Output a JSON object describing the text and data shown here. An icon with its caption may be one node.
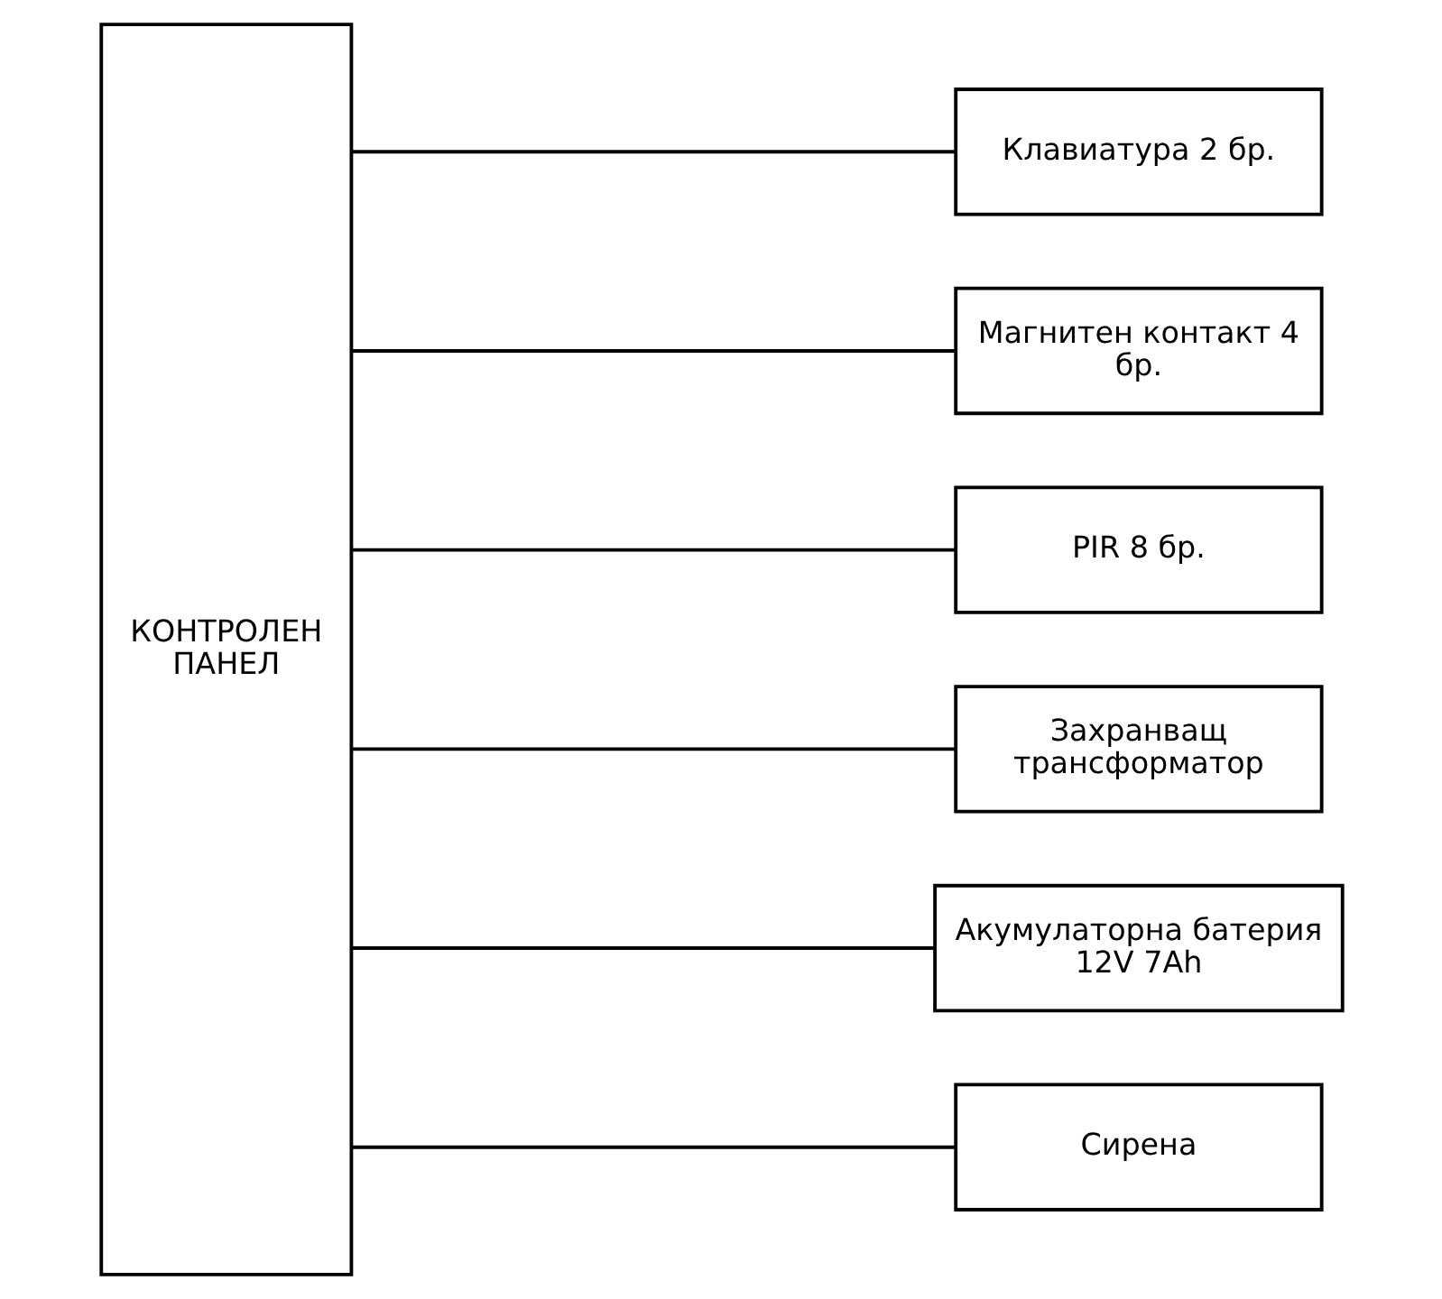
{
  "diagram": {
    "nodes": [
      {
        "text": [
          "КОНТРОЛЕН ПАНЕЛ"
        ]
      },
      {
        "text": [
          "Клавиатура 2 бр."
        ]
      },
      {
        "text": [
          "Магнитен контакт 4 бр."
        ]
      },
      {
        "text": [
          "PIR 8 бр."
        ]
      },
      {
        "text": [
          "Захранващ трансформатор"
        ]
      },
      {
        "text": [
          "Акумулаторна батерия 12V 7Ah"
        ]
      },
      {
        "text": [
          "Сирена"
        ]
      }
    ],
    "edges": [
      {
        "from": 0,
        "to": 1,
        "arrow": "none"
      },
      {
        "from": 0,
        "to": 2,
        "arrow": "none"
      },
      {
        "from": 0,
        "to": 3,
        "arrow": "none"
      },
      {
        "from": 0,
        "to": 4,
        "arrow": "none"
      },
      {
        "from": 0,
        "to": 5,
        "arrow": "none"
      },
      {
        "from": 0,
        "to": 6,
        "arrow": "none"
      }
    ]
  }
}
